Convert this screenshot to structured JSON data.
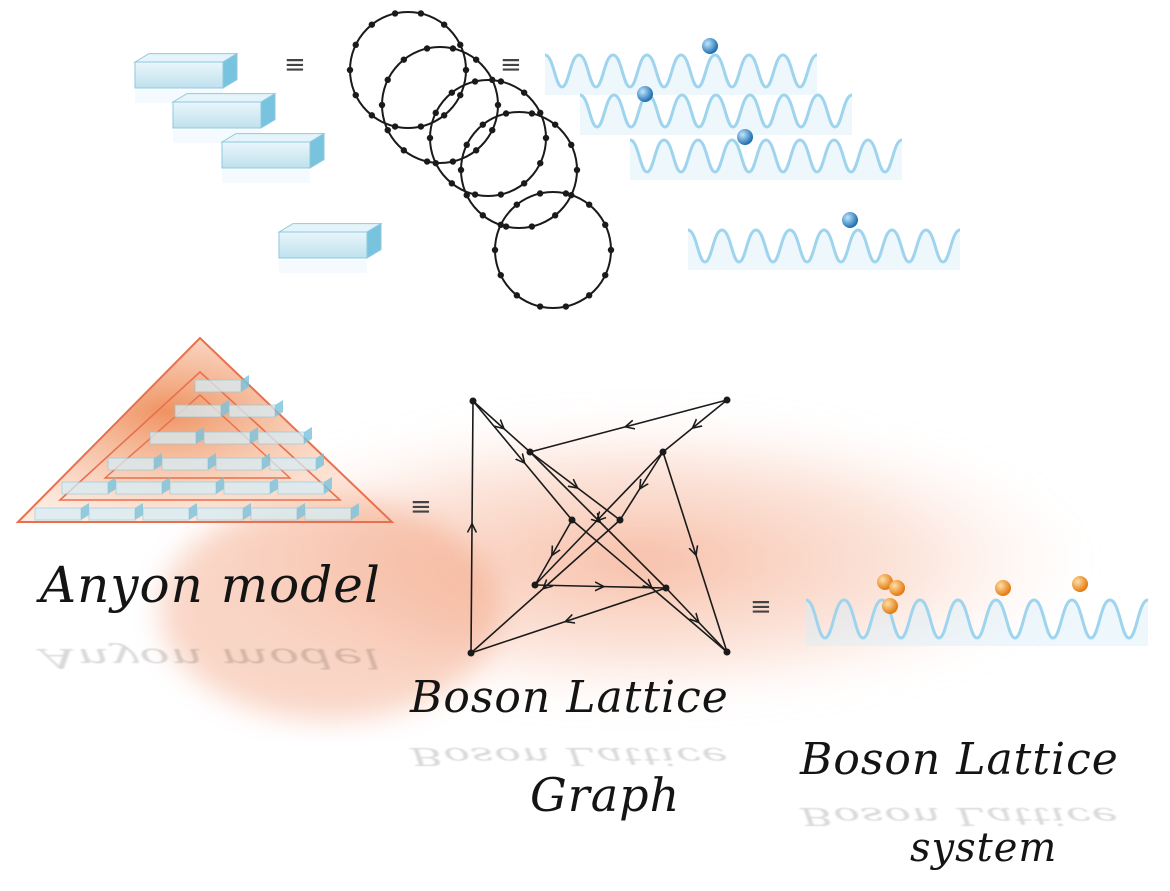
{
  "labels": {
    "anyon_model": "Anyon model",
    "boson_lattice_graph_line1": "Boson Lattice",
    "boson_lattice_graph_line2": "Graph",
    "boson_lattice_system_line1": "Boson Lattice",
    "boson_lattice_system_line2": "system"
  },
  "equivalence_symbol": "≡",
  "colors": {
    "ice_block": "#cfeaf5",
    "ice_edge": "#8ec9df",
    "well_line": "#9fd4ee",
    "boson_blue": "#3a8fd0",
    "boson_orange": "#f29a2e",
    "orange_wash": "#f3a07c",
    "triangle_outline": "#e8704f",
    "ink": "#1a1a1a"
  },
  "top_row": {
    "block_count": 4,
    "loop_count": 5,
    "well_rows": 4,
    "blue_bosons_per_row": 1
  },
  "bottom_row": {
    "graph_node_count": 10,
    "orange_boson_count": 5
  }
}
